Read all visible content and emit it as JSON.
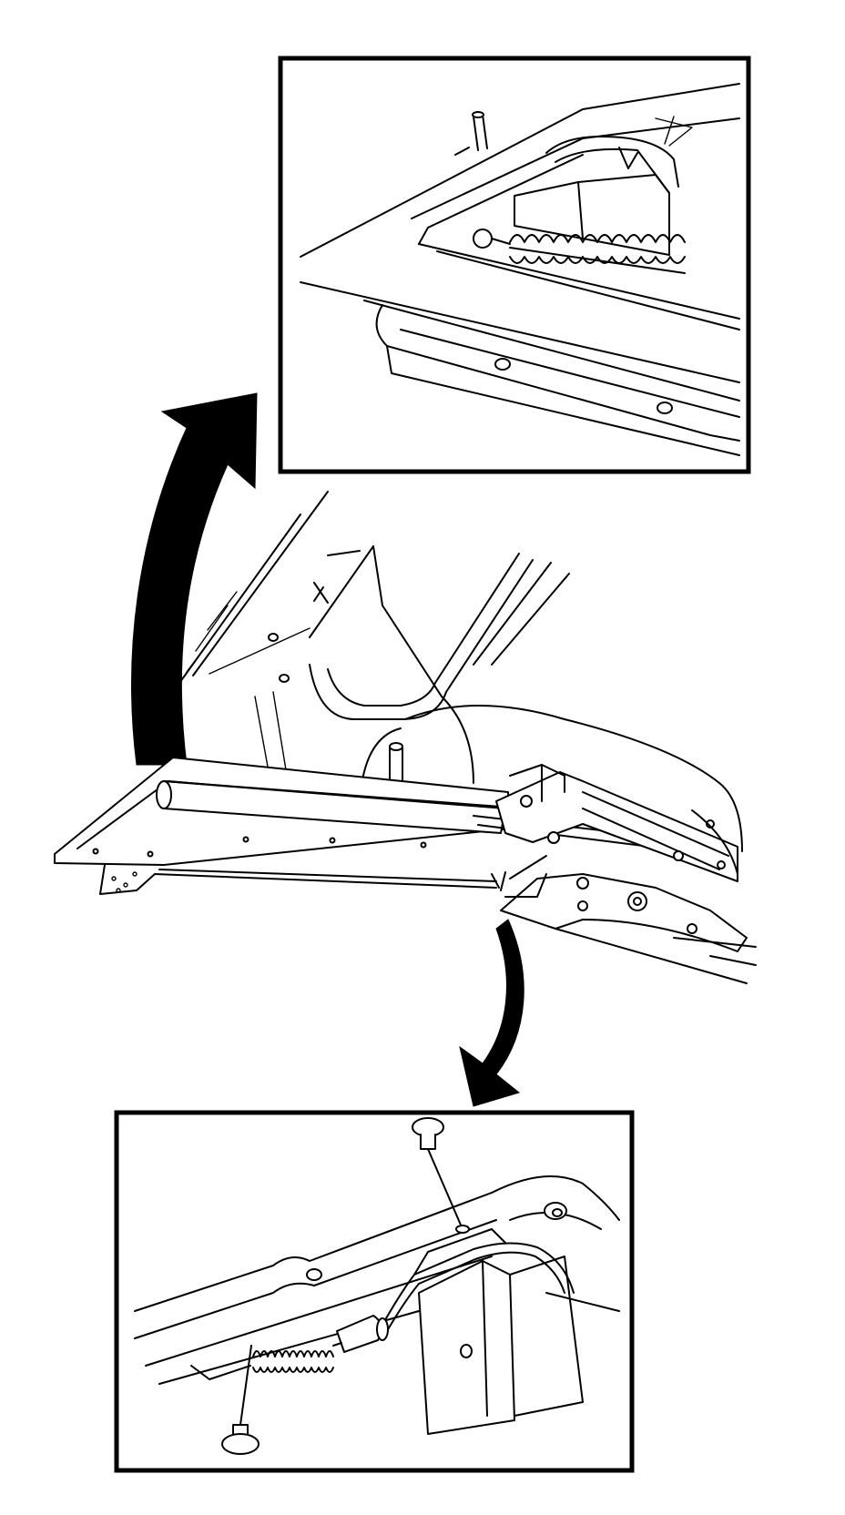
{
  "figure": {
    "colors": {
      "line": "#000000",
      "background": "#ffffff",
      "arrow_fill": "#000000"
    },
    "components": [
      {
        "id": "upper-detail",
        "icon": "magnified-view-spring-in-channel"
      },
      {
        "id": "main-assembly",
        "icon": "hinge-assembly-with-spring-rod"
      },
      {
        "id": "lower-detail",
        "icon": "magnified-view-spring-retainer-screws"
      }
    ],
    "arrows": [
      {
        "id": "arrow-to-upper",
        "from": "main-assembly",
        "to": "upper-detail"
      },
      {
        "id": "arrow-to-lower",
        "from": "main-assembly",
        "to": "lower-detail"
      }
    ]
  }
}
